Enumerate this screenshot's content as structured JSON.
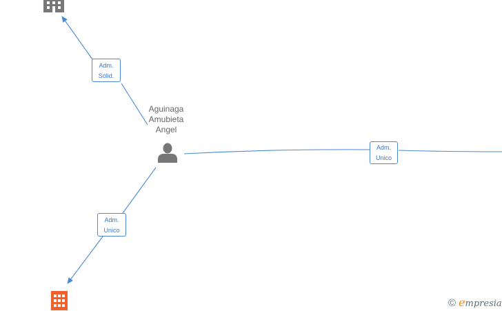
{
  "person": {
    "name_lines": [
      "Aguinaga",
      "Amubieta",
      "Angel"
    ],
    "icon": "person-icon"
  },
  "companies": [
    {
      "icon": "building-icon",
      "color": "#777777"
    },
    {
      "icon": "building-icon",
      "color": "#f0612e"
    }
  ],
  "relations": [
    {
      "label_lines": [
        "Adm.",
        "Solid."
      ],
      "direction": "to top-left company"
    },
    {
      "label_lines": [
        "Adm.",
        "Unico"
      ],
      "direction": "to off-screen right"
    },
    {
      "label_lines": [
        "Adm.",
        "Unico"
      ],
      "direction": "to bottom-left company"
    }
  ],
  "colors": {
    "edge": "#4a8ad4",
    "person_icon": "#777777",
    "node_label": "#666666"
  },
  "watermark": {
    "copyright_symbol": "©",
    "brand_initial": "e",
    "brand_rest": "mpresia"
  }
}
